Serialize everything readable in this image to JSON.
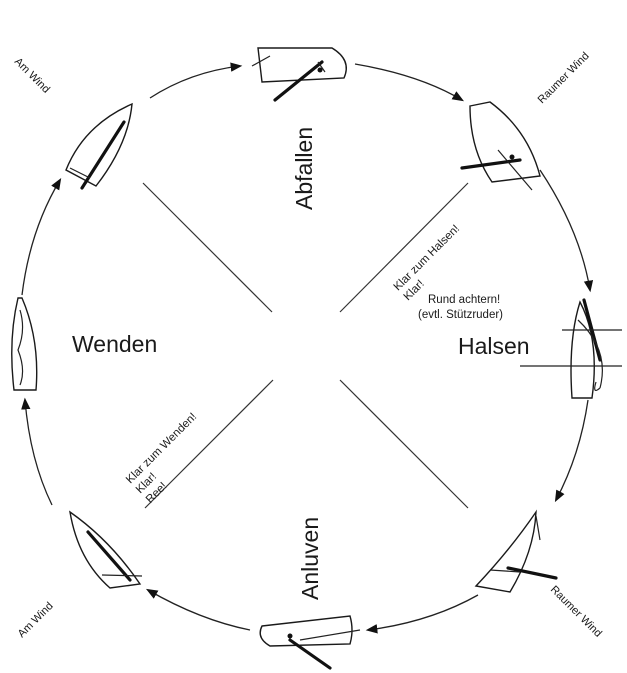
{
  "labels": {
    "abfallen": "Abfallen",
    "wenden": "Wenden",
    "halsen": "Halsen",
    "anluven": "Anluven",
    "am_wind_top": "Am Wind",
    "am_wind_bottom": "Am Wind",
    "raumer_wind_top": "Raumer Wind",
    "raumer_wind_bottom": "Raumer Wind"
  },
  "commands": {
    "halsen": [
      "Klar zum Halsen!",
      "Klar!"
    ],
    "wenden": [
      "Klar zum Wenden!",
      "Klar!",
      "Ree!"
    ],
    "rund_achtern": [
      "Rund achtern!",
      "(evtl. Stützruder)"
    ]
  }
}
